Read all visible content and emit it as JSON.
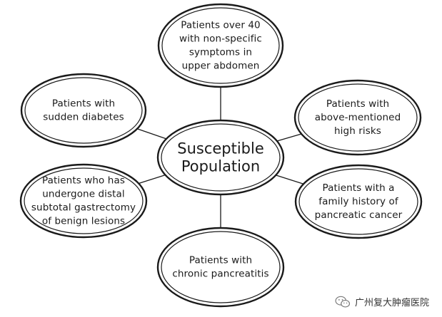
{
  "diagram": {
    "center": {
      "lines": [
        "Susceptible",
        "Population"
      ]
    },
    "nodes": [
      {
        "id": "top",
        "lines": [
          "Patients over 40",
          "with non-specific",
          "symptoms in",
          "upper abdomen"
        ]
      },
      {
        "id": "upper-left",
        "lines": [
          "Patients with",
          "sudden diabetes"
        ]
      },
      {
        "id": "upper-right",
        "lines": [
          "Patients with",
          "above-mentioned",
          "high risks"
        ]
      },
      {
        "id": "lower-left",
        "lines": [
          "Patients who has",
          "undergone distal",
          "subtotal gastrectomy",
          "of benign lesions"
        ]
      },
      {
        "id": "lower-right",
        "lines": [
          "Patients with a",
          "family history of",
          "pancreatic cancer"
        ]
      },
      {
        "id": "bottom",
        "lines": [
          "Patients with",
          "chronic pancreatitis"
        ]
      }
    ]
  },
  "watermark": {
    "text": "广州复大肿瘤医院",
    "icon": "wechat-icon"
  },
  "colors": {
    "stroke": "#1a1a1a",
    "background": "#ffffff"
  }
}
